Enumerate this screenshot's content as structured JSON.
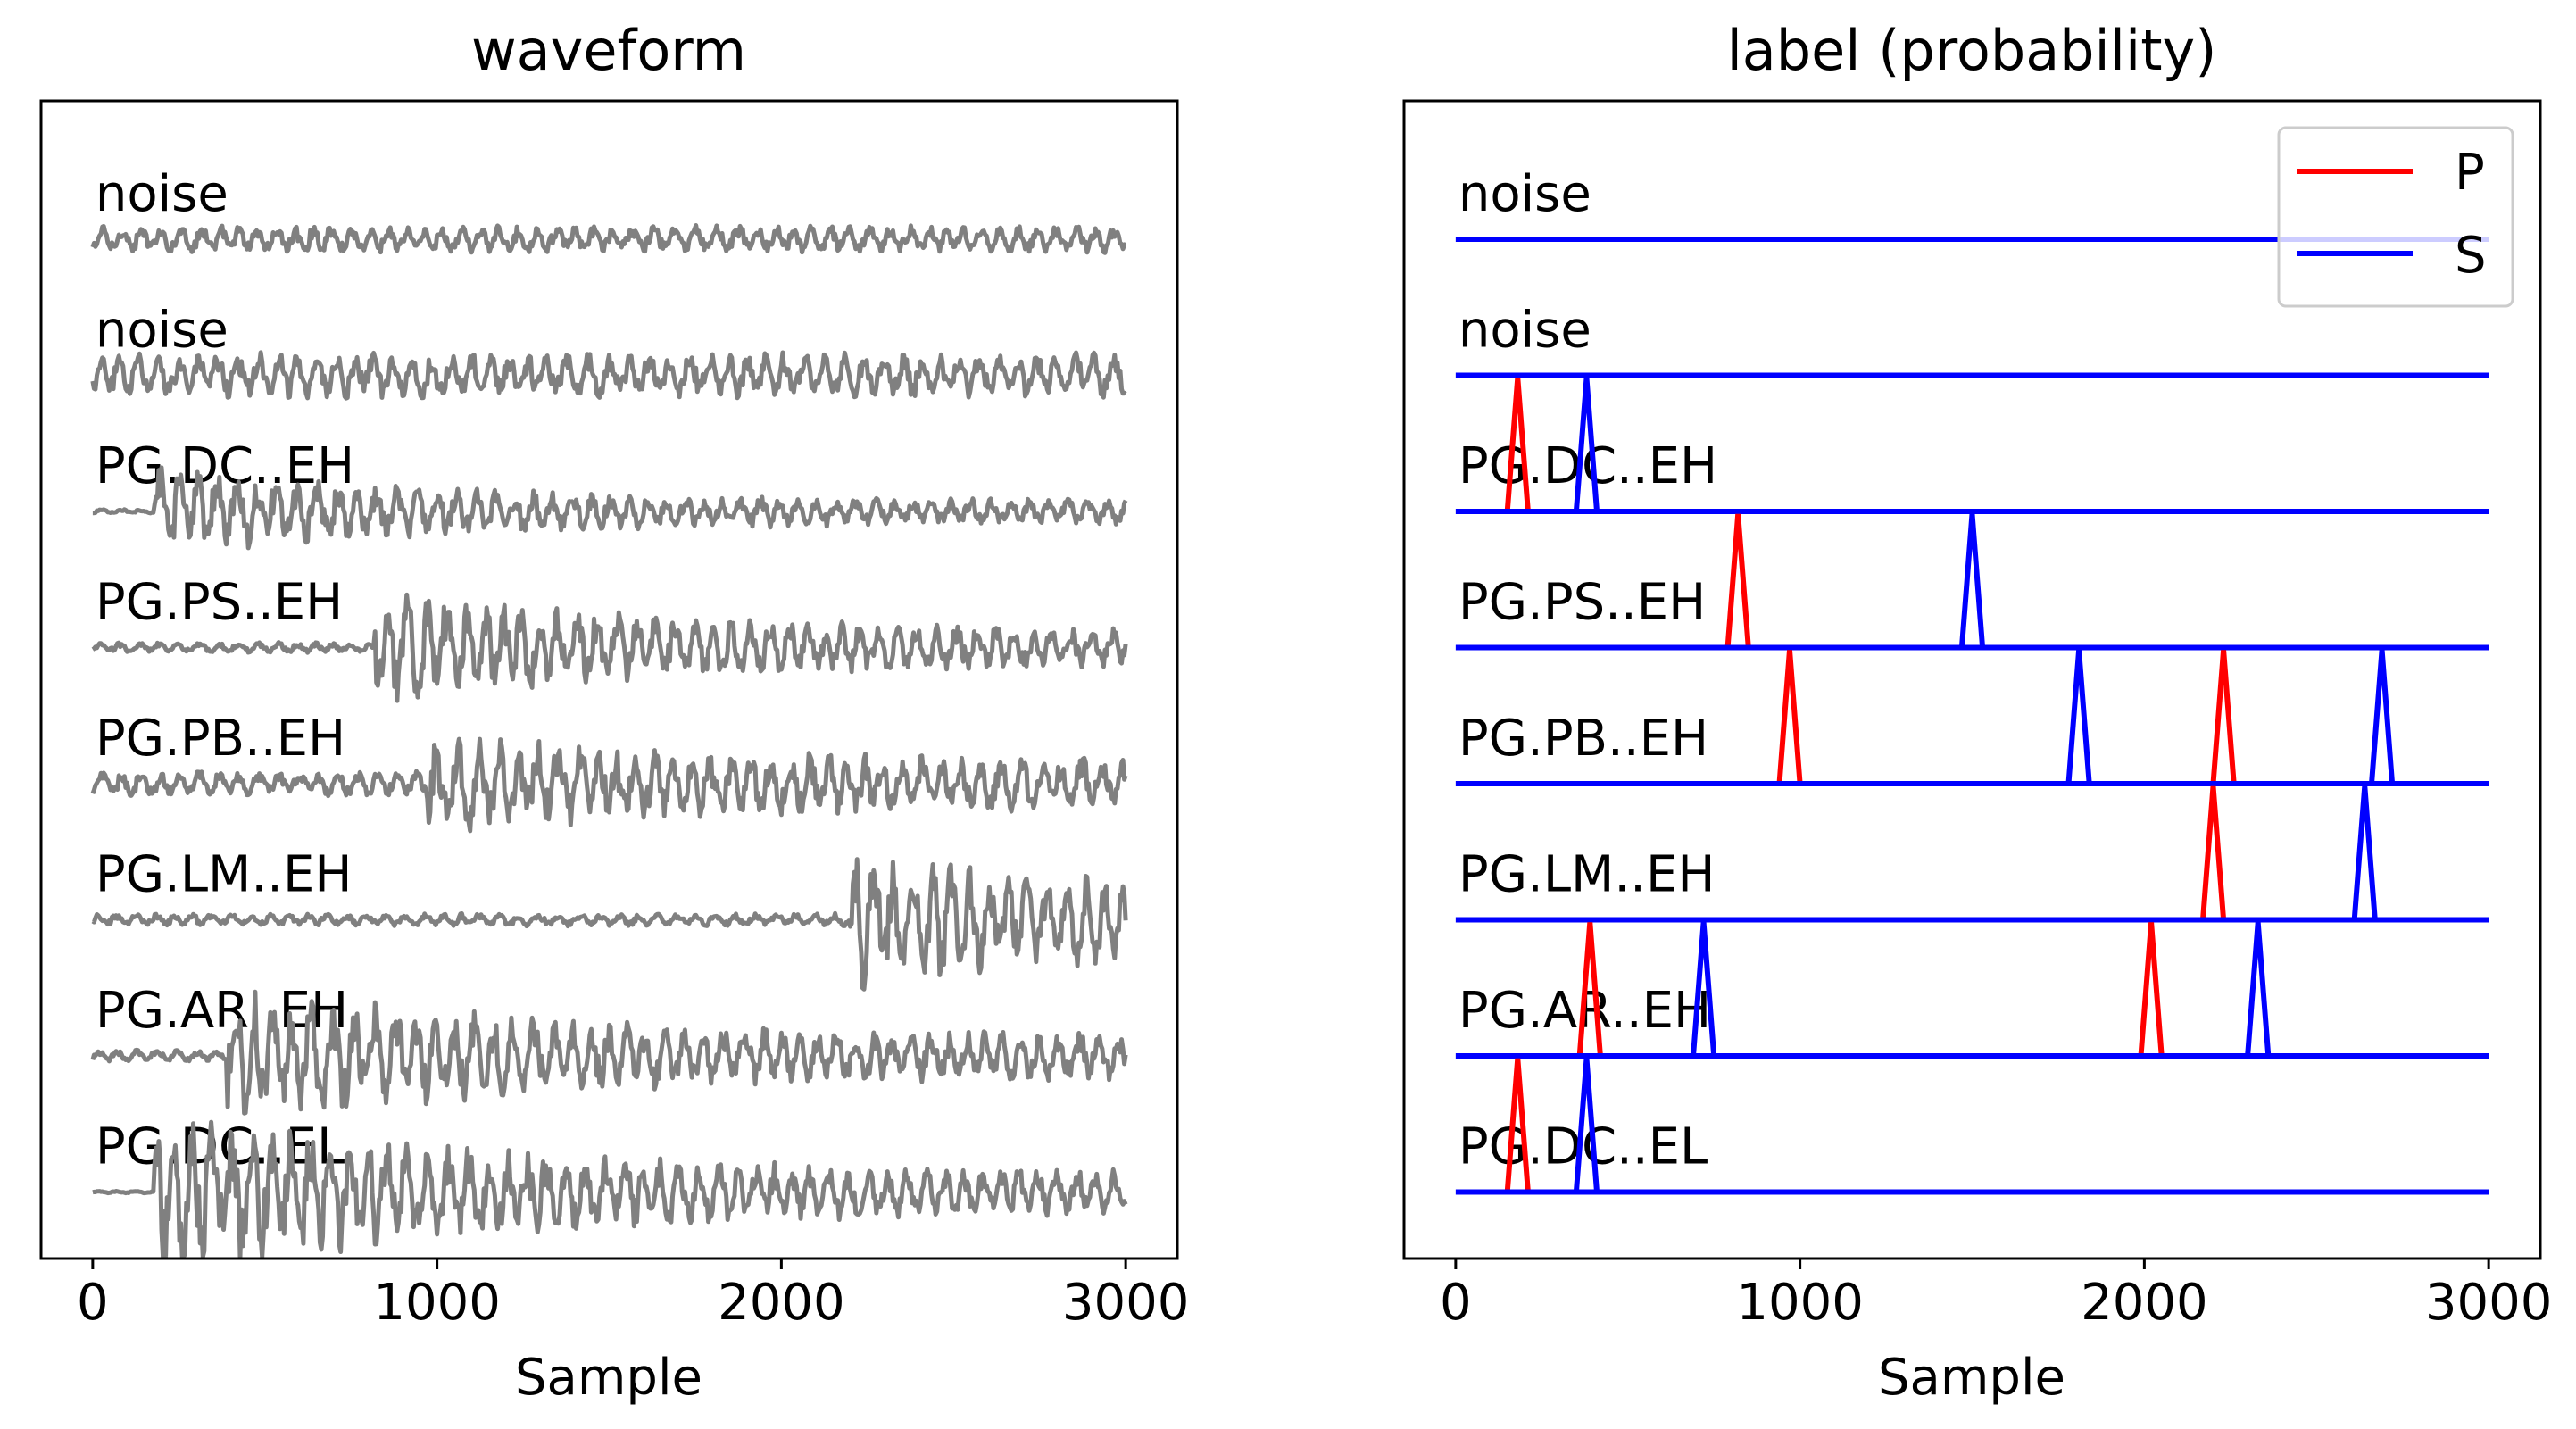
{
  "chart_data": [
    {
      "type": "line",
      "title": "waveform",
      "xlabel": "Sample",
      "ylabel": "",
      "xlim": [
        -150,
        3150
      ],
      "xticks": [
        0,
        1000,
        2000,
        3000
      ],
      "grid": false,
      "trace_color": "#808080",
      "traces": [
        {
          "label": "noise",
          "onset_sample": null,
          "pre_amp": 0.13,
          "post_amp": 0.13
        },
        {
          "label": "noise",
          "onset_sample": null,
          "pre_amp": 0.22,
          "post_amp": 0.22
        },
        {
          "label": "PG.DC..EH",
          "onset_sample": 180,
          "pre_amp": 0.02,
          "post_amp": 0.35
        },
        {
          "label": "PG.PS..EH",
          "onset_sample": 820,
          "pre_amp": 0.05,
          "post_amp": 0.45
        },
        {
          "label": "PG.PB..EH",
          "onset_sample": 970,
          "pre_amp": 0.12,
          "post_amp": 0.4
        },
        {
          "label": "PG.LM..EH",
          "onset_sample": 2200,
          "pre_amp": 0.06,
          "post_amp": 0.55
        },
        {
          "label": "PG.AR..EH",
          "onset_sample": 390,
          "pre_amp": 0.06,
          "post_amp": 0.55
        },
        {
          "label": "PG.DC..EL",
          "onset_sample": 180,
          "pre_amp": 0.01,
          "post_amp": 0.7
        }
      ]
    },
    {
      "type": "line",
      "title": "label (probability)",
      "xlabel": "Sample",
      "ylabel": "",
      "xlim": [
        -150,
        3150
      ],
      "xticks": [
        0,
        1000,
        2000,
        3000
      ],
      "grid": false,
      "legend": {
        "placement": "top-right",
        "entries": [
          {
            "name": "P",
            "color": "#ff0000"
          },
          {
            "name": "S",
            "color": "#0000ff"
          }
        ]
      },
      "pick_width_samples": 60,
      "traces": [
        {
          "label": "noise",
          "P": [],
          "S": []
        },
        {
          "label": "noise",
          "P": [],
          "S": []
        },
        {
          "label": "PG.DC..EH",
          "P": [
            180
          ],
          "S": [
            380
          ]
        },
        {
          "label": "PG.PS..EH",
          "P": [
            820
          ],
          "S": [
            1500
          ]
        },
        {
          "label": "PG.PB..EH",
          "P": [
            970,
            2230
          ],
          "S": [
            1810,
            2690
          ]
        },
        {
          "label": "PG.LM..EH",
          "P": [
            2200
          ],
          "S": [
            2640
          ]
        },
        {
          "label": "PG.AR..EH",
          "P": [
            390,
            2020
          ],
          "S": [
            720,
            2330
          ]
        },
        {
          "label": "PG.DC..EL",
          "P": [
            180
          ],
          "S": [
            380
          ]
        }
      ]
    }
  ]
}
